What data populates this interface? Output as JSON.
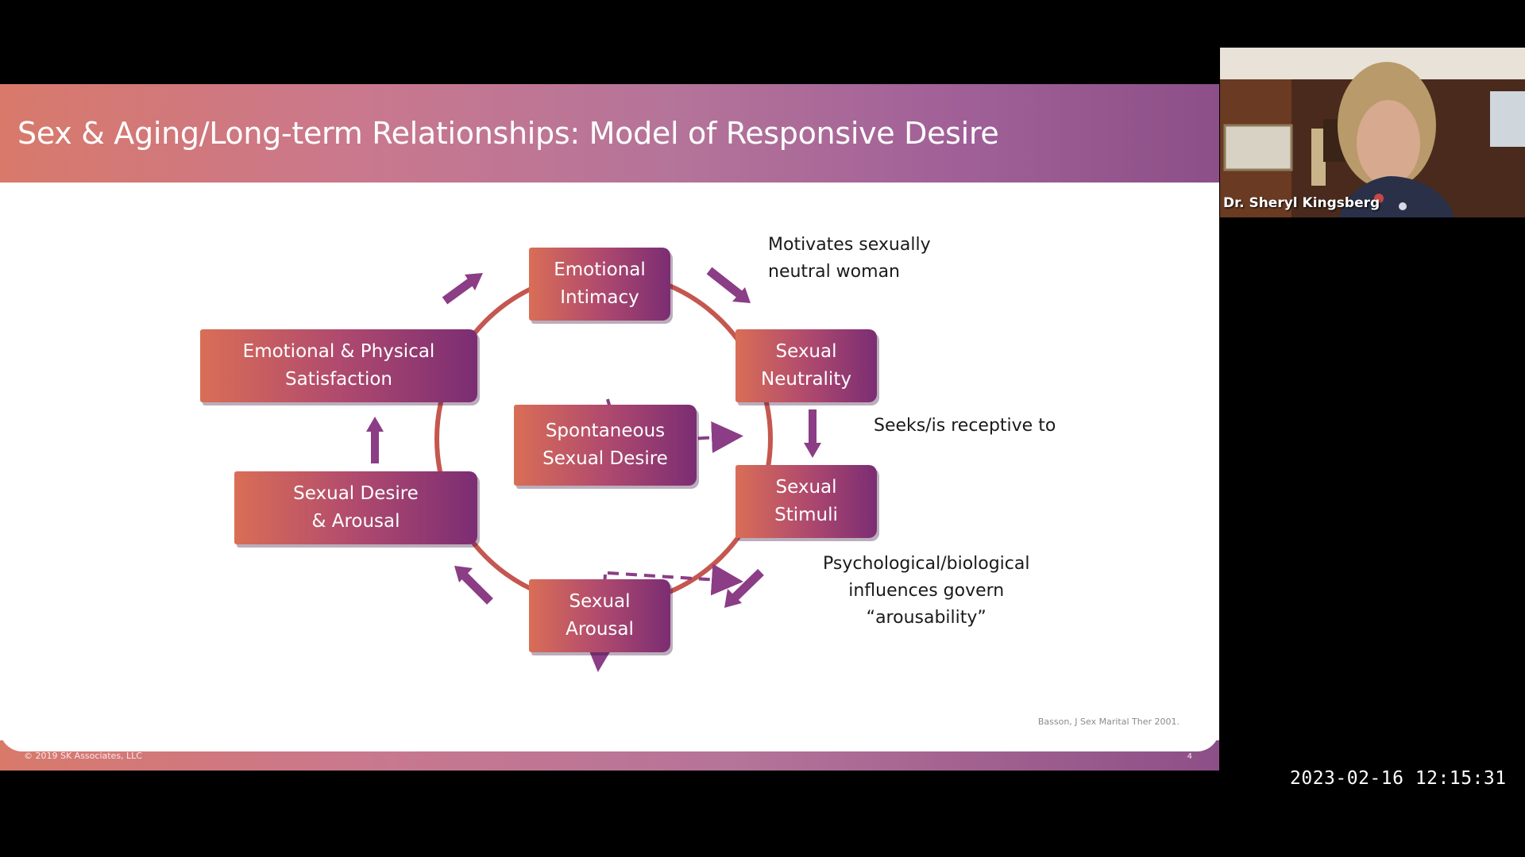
{
  "slide": {
    "title": "Sex & Aging/Long-term Relationships: Model of Responsive Desire",
    "copyright": "© 2019 SK Associates, LLC",
    "citation": "Basson, J Sex Marital Ther 2001.",
    "page_number": "4"
  },
  "diagram": {
    "plus_sign": "+",
    "boxes": {
      "emotional_intimacy": "Emotional\nIntimacy",
      "sexual_neutrality": "Sexual\nNeutrality",
      "sexual_stimuli": "Sexual\nStimuli",
      "sexual_arousal": "Sexual\nArousal",
      "desire_arousal": "Sexual Desire\n& Arousal",
      "satisfaction": "Emotional & Physical\nSatisfaction",
      "spontaneous": "Spontaneous\nSexual Desire"
    },
    "notes": {
      "motivates": "Motivates sexually\nneutral woman",
      "seeks": "Seeks/is receptive to",
      "influences": "Psychological/biological\ninfluences govern\n“arousability”"
    },
    "colors": {
      "box_start": "#d96e56",
      "box_end": "#7b2d73",
      "circle": "#c4574f",
      "arrow": "#8b3d86"
    }
  },
  "webcam": {
    "speaker_name": "Dr. Sheryl Kingsberg"
  },
  "timestamp": "2023-02-16  12:15:31"
}
